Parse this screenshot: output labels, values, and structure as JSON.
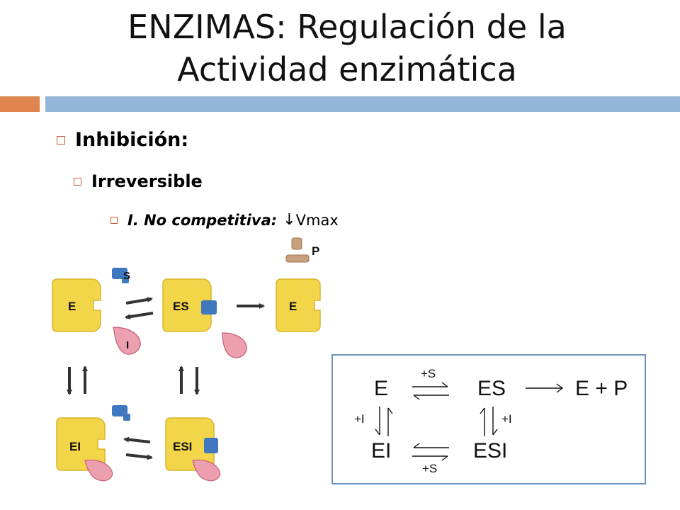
{
  "title": {
    "line1": "ENZIMAS: Regulación de la",
    "line2": "Actividad enzimática"
  },
  "bullets": {
    "level1": "Inhibición:",
    "level2": "Irreversible",
    "level3_italic": "I. No competitiva:",
    "level3_arrow": "↓",
    "level3_rest": "Vmax"
  },
  "diagram": {
    "label_E": "E",
    "label_ES": "ES",
    "label_E_free": "E",
    "label_EI": "EI",
    "label_ESI": "ESI",
    "label_S": "S",
    "label_I": "I",
    "label_P": "P",
    "colors": {
      "enzyme": "#f3d54a",
      "substrate": "#3f78bf",
      "inhibitor": "#ec9fae",
      "product": "#c9a07c"
    }
  },
  "scheme": {
    "E": "E",
    "ES": "ES",
    "EI": "EI",
    "ESI": "ESI",
    "product": "E + P",
    "plus_s_top": "+S",
    "plus_s_bottom": "+S",
    "plus_i_left": "+I",
    "plus_i_right": "+I"
  }
}
